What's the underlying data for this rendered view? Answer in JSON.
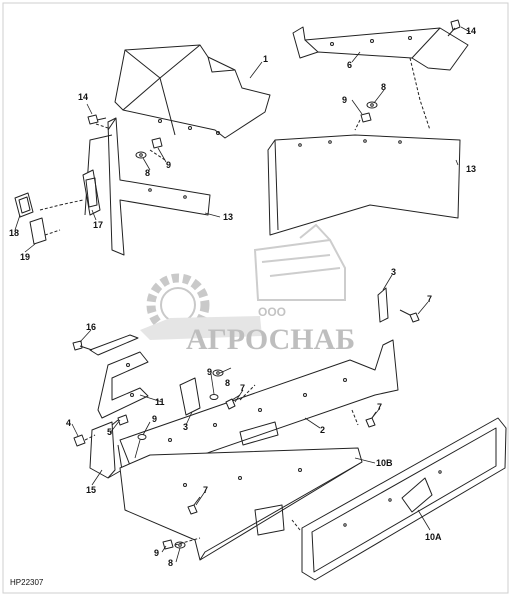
{
  "figure_id": "HP22307",
  "watermark": {
    "company_prefix": "ООО",
    "company_name": "АГРОСНАБ"
  },
  "callouts": {
    "c1": "1",
    "c2": "2",
    "c3a": "3",
    "c3b": "3",
    "c4": "4",
    "c5": "5",
    "c6": "6",
    "c7a": "7",
    "c7b": "7",
    "c7c": "7",
    "c7d": "7",
    "c8a": "8",
    "c8b": "8",
    "c8c": "8",
    "c8d": "8",
    "c9a": "9",
    "c9b": "9",
    "c9c": "9",
    "c9d": "9",
    "c9e": "9",
    "c10a": "10A",
    "c10b": "10B",
    "c11": "11",
    "c13a": "13",
    "c13b": "13",
    "c14a": "14",
    "c14b": "14",
    "c15": "15",
    "c16": "16",
    "c17": "17",
    "c18": "18",
    "c19": "19"
  },
  "colors": {
    "line": "#222222",
    "watermark": "#bdbdbd",
    "background": "#ffffff"
  }
}
